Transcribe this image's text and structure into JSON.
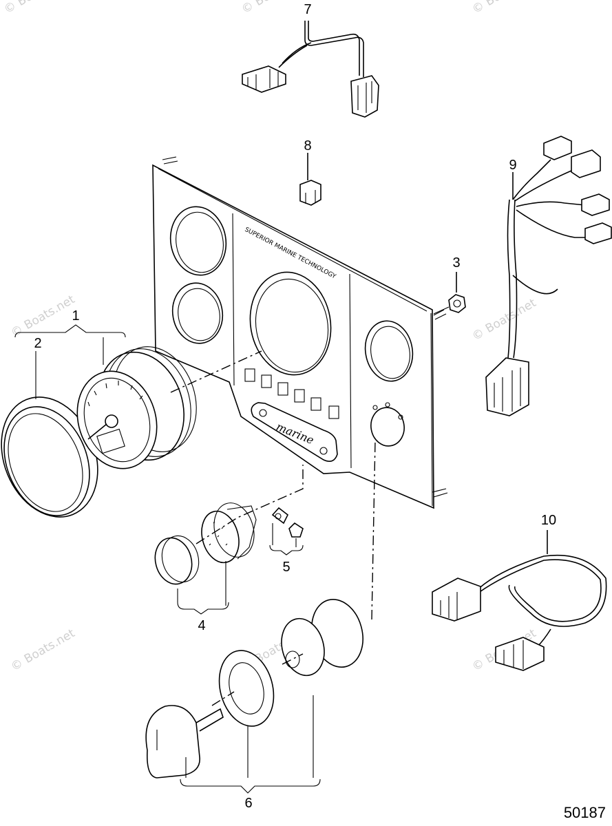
{
  "figure_number": "50187",
  "watermark": "© Boats.net",
  "panel": {
    "label_text": "SUPERIOR MARINE TECHNOLOGY",
    "brand_text": "marine"
  },
  "callouts": [
    {
      "id": "1",
      "text": "1"
    },
    {
      "id": "2",
      "text": "2"
    },
    {
      "id": "3",
      "text": "3"
    },
    {
      "id": "4",
      "text": "4"
    },
    {
      "id": "5",
      "text": "5"
    },
    {
      "id": "6",
      "text": "6"
    },
    {
      "id": "7",
      "text": "7"
    },
    {
      "id": "8",
      "text": "8"
    },
    {
      "id": "9",
      "text": "9"
    },
    {
      "id": "10",
      "text": "10"
    }
  ]
}
